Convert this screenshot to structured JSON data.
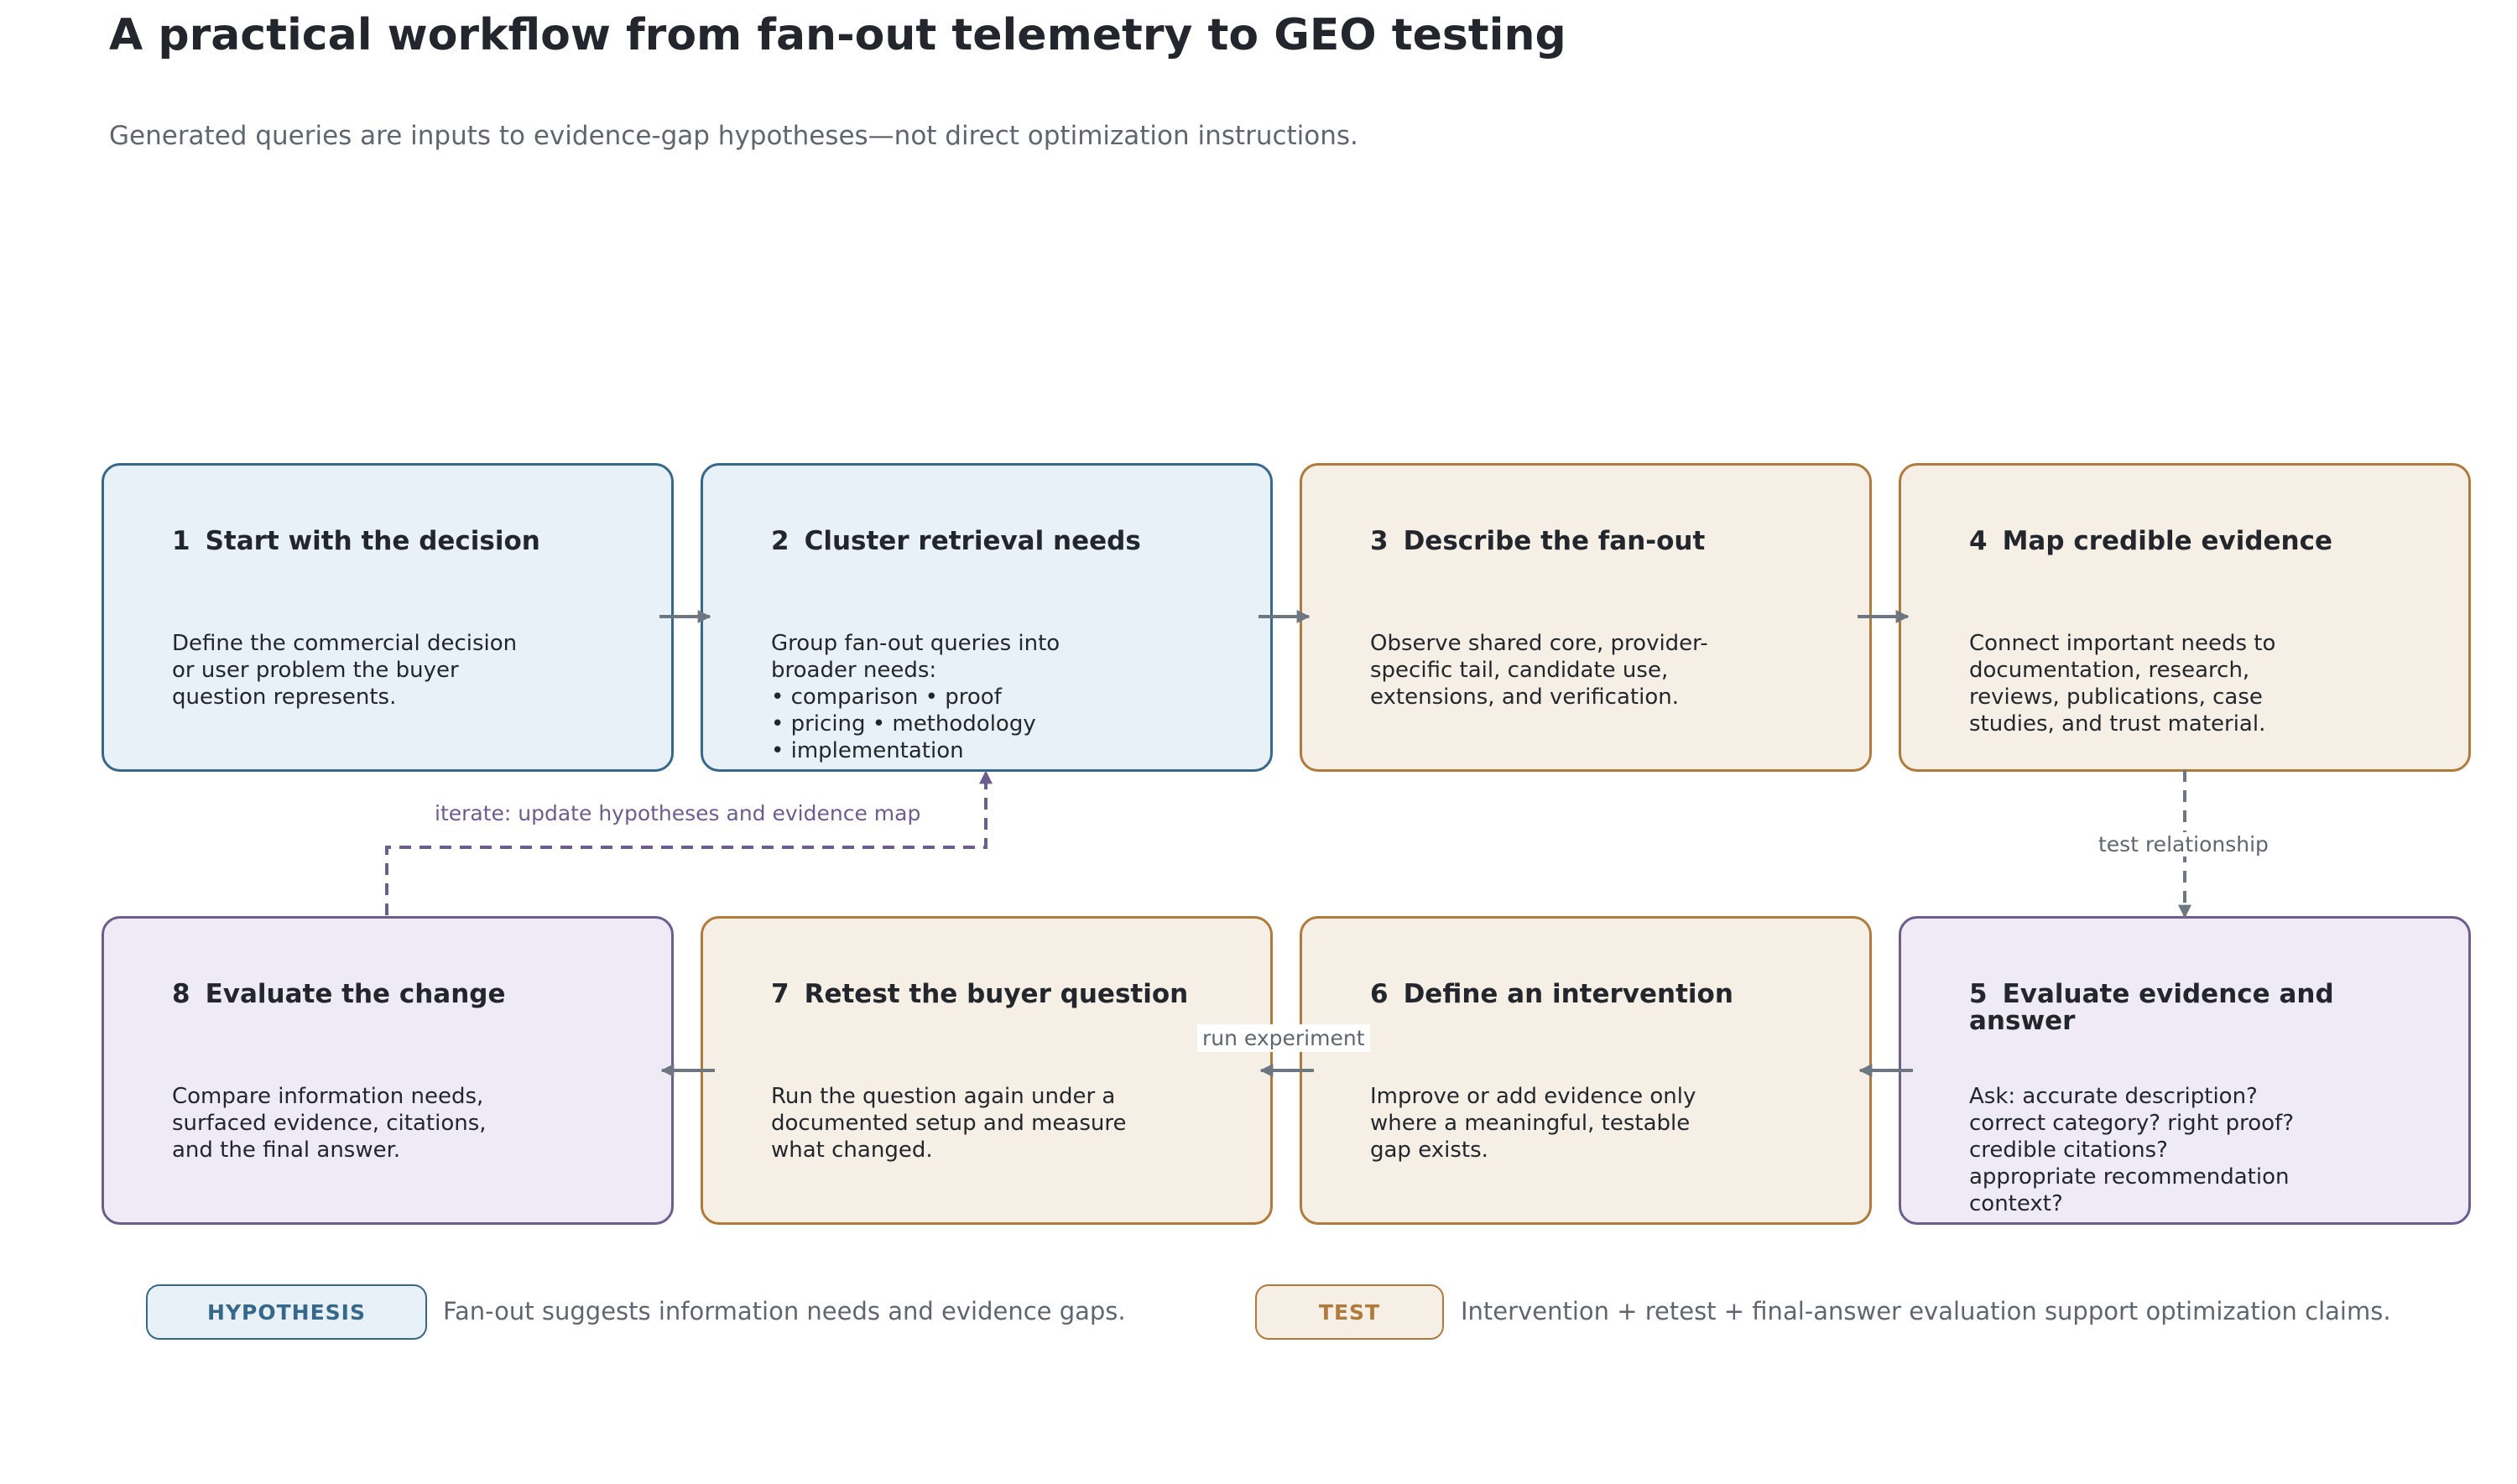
{
  "title": "A practical workflow from fan-out telemetry to GEO testing",
  "subtitle": "Generated queries are inputs to evidence-gap hypotheses—not direct optimization instructions.",
  "steps": [
    {
      "num": "1",
      "title": "Start with the decision",
      "body": "Define the commercial decision\nor user problem the buyer\nquestion represents.",
      "kind": "hypothesis"
    },
    {
      "num": "2",
      "title": "Cluster retrieval needs",
      "body": "Group fan-out queries into\nbroader needs:\n• comparison  • proof\n• pricing  • methodology\n• implementation",
      "kind": "hypothesis"
    },
    {
      "num": "3",
      "title": "Describe the fan-out",
      "body": "Observe shared core, provider-\nspecific tail, candidate use,\nextensions, and verification.",
      "kind": "test"
    },
    {
      "num": "4",
      "title": "Map credible evidence",
      "body": "Connect important needs to\ndocumentation, research,\nreviews, publications, case\nstudies, and trust material.",
      "kind": "test"
    },
    {
      "num": "5",
      "title": "Evaluate evidence and answer",
      "body": "Ask: accurate description?\ncorrect category? right proof?\ncredible citations?\nappropriate recommendation\ncontext?",
      "kind": "evaluate"
    },
    {
      "num": "6",
      "title": "Define an intervention",
      "body": "Improve or add evidence only\nwhere a meaningful, testable\ngap exists.",
      "kind": "test"
    },
    {
      "num": "7",
      "title": "Retest the buyer question",
      "body": "Run the question again under a\ndocumented setup and measure\nwhat changed.",
      "kind": "test"
    },
    {
      "num": "8",
      "title": "Evaluate the change",
      "body": "Compare information needs,\nsurfaced evidence, citations,\nand the final answer.",
      "kind": "evaluate"
    }
  ],
  "edge_labels": {
    "iterate": "iterate: update hypotheses and evidence map",
    "test_relationship": "test relationship",
    "run_experiment": "run experiment"
  },
  "legend": [
    {
      "badge": "HYPOTHESIS",
      "text": "Fan-out suggests information needs and evidence gaps."
    },
    {
      "badge": "TEST",
      "text": "Intervention + retest + final-answer evaluation support optimization claims."
    }
  ],
  "colors": {
    "hypothesis_fill": "#e9f1f8",
    "hypothesis_border": "#35688a",
    "test_fill": "#f5efe5",
    "test_border": "#b07a3a",
    "evaluate_fill": "#eeebf6",
    "evaluate_border": "#6d5d8e",
    "arrow": "#6e7781",
    "iterate": "#6d5d8e"
  }
}
